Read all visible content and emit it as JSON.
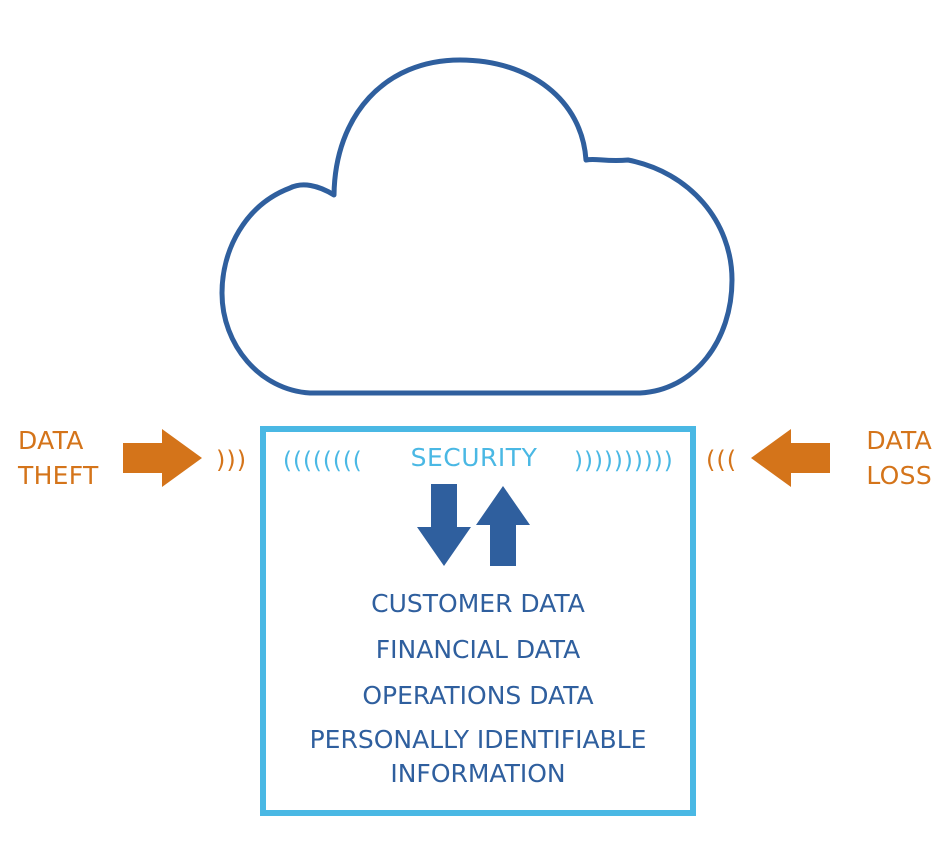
{
  "left": {
    "label_line1": "DATA",
    "label_line2": "THEFT",
    "wave": ")))"
  },
  "right": {
    "label_line1": "DATA",
    "label_line2": "LOSS",
    "wave": "((("
  },
  "box": {
    "wave_left": "((((((((",
    "security_label": "SECURITY",
    "wave_right": "))))))))))",
    "data_types": [
      "CUSTOMER DATA",
      "FINANCIAL DATA",
      "OPERATIONS DATA",
      "PERSONALLY IDENTIFIABLE",
      "INFORMATION"
    ]
  },
  "icons": {
    "cloud": "cloud-icon",
    "theft_arrow": "arrow-right-icon",
    "loss_arrow": "arrow-left-icon",
    "download": "arrow-down-icon",
    "upload": "arrow-up-icon"
  },
  "colors": {
    "cloud": "#2f5f9e",
    "threat": "#d4741a",
    "security": "#4ab8e4",
    "data_text": "#2f5f9e",
    "transfer_arrows": "#2f5f9e"
  }
}
